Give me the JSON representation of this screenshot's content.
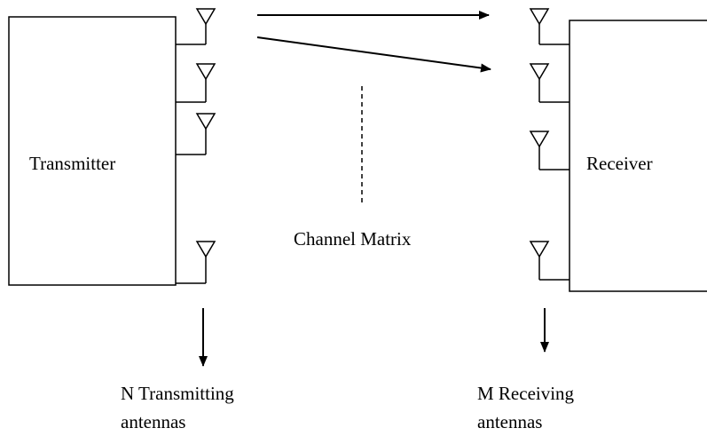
{
  "transmitter": {
    "label": "Transmitter"
  },
  "receiver": {
    "label": "Receiver"
  },
  "channel": {
    "label": "Channel Matrix"
  },
  "tx_antennas": {
    "line1": "N Transmitting",
    "line2": "antennas"
  },
  "rx_antennas": {
    "line1": "M Receiving",
    "line2": "antennas"
  },
  "colors": {
    "stroke": "#000000",
    "background": "#ffffff"
  }
}
